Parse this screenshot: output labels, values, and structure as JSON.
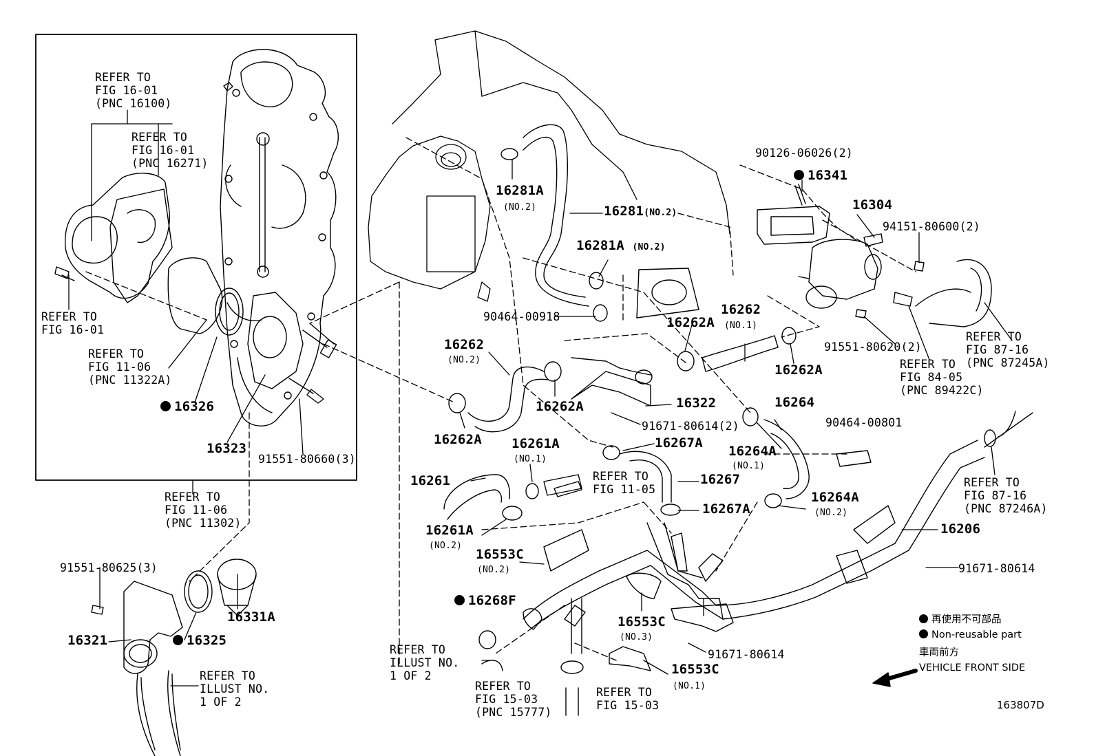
{
  "diagram_id": "163807D",
  "callouts": {
    "refer_1601_pnc16100": "REFER TO\nFIG 16-01\n(PNC 16100)",
    "refer_1601_pnc16271": "REFER TO\nFIG 16-01\n(PNC 16271)",
    "refer_1601": "REFER TO\nFIG 16-01",
    "refer_1106_pnc11322a": "REFER TO\nFIG 11-06\n(PNC 11322A)",
    "p16326": "16326",
    "p16323": "16323",
    "p91551_80660": "91551-80660(3)",
    "refer_1106_pnc11302": "REFER TO\nFIG 11-06\n(PNC 11302)",
    "p91551_80625": "91551-80625(3)",
    "p16321": "16321",
    "p16325": "16325",
    "p16331a": "16331A",
    "refer_illust_left": "REFER TO\nILLUST NO.\n1 OF 2",
    "refer_illust_mid": "REFER TO\nILLUST NO.\n1 OF 2",
    "p16281a_top": "16281A",
    "p16281a_top_sub": "(NO.2)",
    "p16281": "16281",
    "p16281_sub": "(NO.2)",
    "p16281a_mid": "16281A",
    "p16281a_mid_sub": "(NO.2)",
    "p90464_00918": "90464-00918",
    "p16262_left": "16262",
    "p16262_left_sub": "(NO.2)",
    "p16262a_1": "16262A",
    "p16262a_2": "16262A",
    "p16262a_3": "16262A",
    "p16262a_4": "16262A",
    "p16262_right": "16262",
    "p16262_right_sub": "(NO.1)",
    "p16322": "16322",
    "p91671_80614_2": "91671-80614(2)",
    "p16261a_top": "16261A",
    "p16261a_top_sub": "(NO.1)",
    "p16267a_top": "16267A",
    "p16261": "16261",
    "refer_1105": "REFER TO\nFIG 11-05",
    "p16267": "16267",
    "p16267a_bottom": "16267A",
    "p16261a_bottom": "16261A",
    "p16261a_bottom_sub": "(NO.2)",
    "p16553c_2": "16553C",
    "p16553c_2_sub": "(NO.2)",
    "p16268f": "16268F",
    "p16553c_3": "16553C",
    "p16553c_3_sub": "(NO.3)",
    "p91671_80614_a": "91671-80614",
    "p16553c_1": "16553C",
    "p16553c_1_sub": "(NO.1)",
    "refer_1503_pnc15777": "REFER TO\nFIG 15-03\n(PNC 15777)",
    "refer_1503": "REFER TO\nFIG 15-03",
    "p90126_06026": "90126-06026(2)",
    "p16341": "16341",
    "p16304": "16304",
    "p94151_80600": "94151-80600(2)",
    "p91551_80620": "91551-80620(2)",
    "refer_8716_87245a": "REFER TO\nFIG 87-16\n(PNC 87245A)",
    "refer_8405_89422c": "REFER TO\nFIG 84-05\n(PNC 89422C)",
    "p16264": "16264",
    "p16264a_1": "16264A",
    "p16264a_1_sub": "(NO.1)",
    "p90464_00801": "90464-00801",
    "p16264a_2": "16264A",
    "p16264a_2_sub": "(NO.2)",
    "refer_8716_87246a": "REFER TO\nFIG 87-16\n(PNC 87246A)",
    "p16206": "16206",
    "p91671_80614_b": "91671-80614"
  },
  "legend": {
    "non_reusable_jp": "再使用不可部品",
    "non_reusable_en": "Non-reusable part",
    "front_jp": "車両前方",
    "front_en": "VEHICLE FRONT SIDE"
  }
}
